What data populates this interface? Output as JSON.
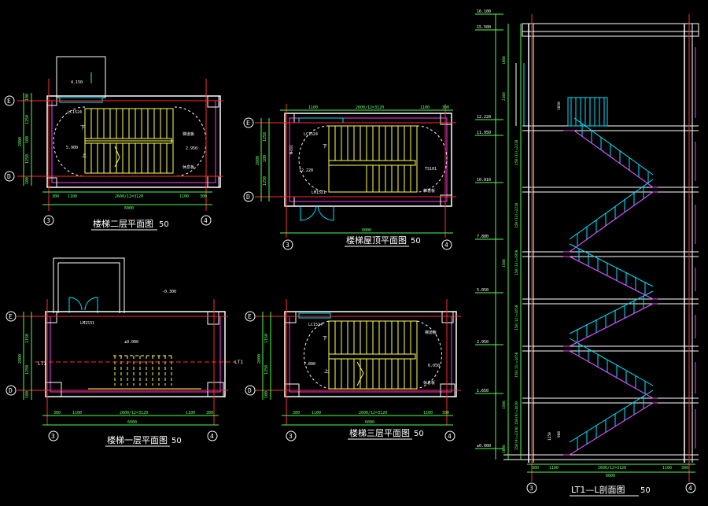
{
  "colors": {
    "background": "#000000",
    "wall": "#ffffff",
    "wall_hatch": "#ff3cff",
    "axis": "#ff2d2d",
    "dimension": "#4cff4c",
    "stair_plan": "#ffff55",
    "stair_section": "#00e5ff",
    "window": "#00e5ff",
    "dashed_arc": "#ffffff",
    "grid_bubble": "#ffffff"
  },
  "grid_labels": {
    "E": "E",
    "D": "D",
    "g3": "3",
    "g4": "4"
  },
  "plans": {
    "second": {
      "title": "楼梯二层平面图",
      "scale": "50",
      "dims": {
        "d1": "300",
        "d2": "1100",
        "d3": "2600/12=3120",
        "d4": "1100",
        "d5": "300",
        "total": "6000"
      },
      "vdims": {
        "v1": "100",
        "v2": "1250",
        "v3": "100",
        "v4": "1250",
        "v5": "100",
        "vtot": "2800"
      },
      "labels": {
        "level_a": "5.900",
        "level_b": "4.150",
        "level_c": "2.950",
        "tag1": "LC1524",
        "arrow1": "下",
        "arrow2": "上",
        "note1": "梯道板",
        "note2": "休息板"
      }
    },
    "roof": {
      "title": "楼梯屋顶平面图",
      "scale": "50",
      "dims": {
        "d1": "1100",
        "d2": "2600/12=3120",
        "d3": "1100",
        "d4": "300",
        "total": "6000"
      },
      "vdims": {
        "v1": "1250",
        "v2": "100",
        "v3": "1250",
        "vtot": "2800"
      },
      "labels": {
        "tag1": "LC1524",
        "tag2": "LM1521",
        "level_a": "12.220",
        "tag3": "MH101",
        "tag4": "TS101",
        "arrow1": "下",
        "note1": "梯道板"
      }
    },
    "first": {
      "title": "楼梯一层平面图",
      "scale": "50",
      "dims": {
        "d1": "300",
        "d2": "1100",
        "d3": "2600/12=3120",
        "d4": "1100",
        "d5": "300",
        "total": "6000"
      },
      "vdims": {
        "v1": "1150",
        "v2": "1250",
        "v3": "100",
        "vtot": "2800"
      },
      "labels": {
        "level_a": "±0.000",
        "level_b": "-0.300",
        "tag1": "LM1531",
        "lt": "LT1",
        "lt2": "LT1"
      }
    },
    "third": {
      "title": "楼梯三层平面图",
      "scale": "50",
      "dims": {
        "d1": "300",
        "d2": "1100",
        "d3": "2600/12=3120",
        "d4": "1100",
        "d5": "300",
        "total": "6000"
      },
      "vdims": {
        "v1": "1150",
        "v2": "1250",
        "v3": "100",
        "vtot": "2800"
      },
      "labels": {
        "tag1": "LC1524",
        "level_a": "7.800",
        "level_b": "6.050",
        "arrow1": "下",
        "arrow2": "上",
        "note1": "梯道板",
        "note2": "休息板"
      }
    }
  },
  "section": {
    "title": "LT1—L剖面图",
    "scale": "50",
    "levels": [
      "16.100",
      "15.500",
      "12.220",
      "11.950",
      "10.010",
      "7.800",
      "5.050",
      "2.950",
      "1.650",
      "±0.000"
    ],
    "segments": [
      "1000",
      "2100",
      "150(13)=2210",
      "150(13)=2210",
      "150(13)=1950",
      "1500",
      "150(11)=1650",
      "150(11)=1650",
      "1500",
      "150(9)=1650",
      "150(9)=1350",
      "1000"
    ],
    "dims": {
      "d1": "300",
      "d2": "1180",
      "d3": "2600/12=3120",
      "d4": "1100",
      "d5": "300",
      "total": "6000"
    },
    "labels": {
      "handrail": "1050",
      "h2": "900",
      "h3": "1250"
    }
  }
}
